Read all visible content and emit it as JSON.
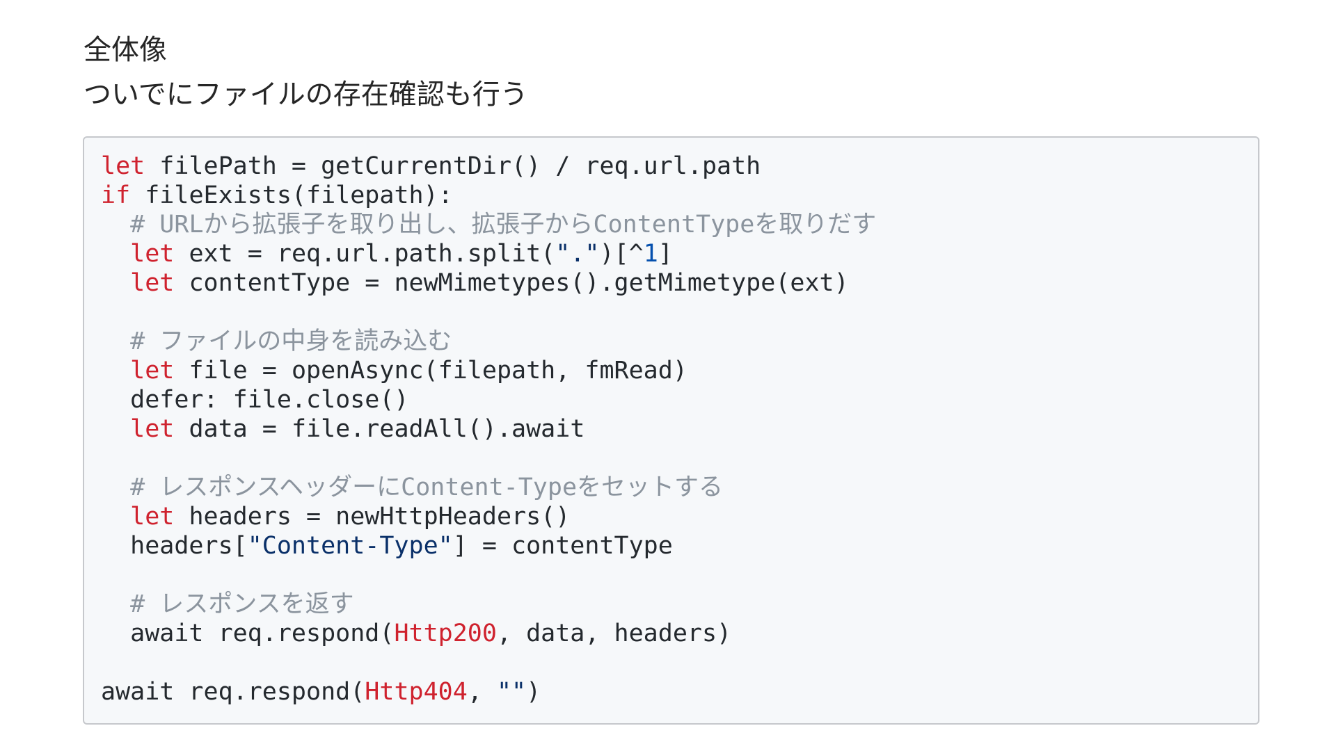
{
  "page": {
    "heading_1": "全体像",
    "heading_2": "ついでにファイルの存在確認も行う"
  },
  "code": {
    "language": "nim",
    "colors": {
      "keyword": "#cf222e",
      "comment": "#8b949e",
      "string": "#0a3069",
      "number": "#0550ae",
      "constant": "#cf222e",
      "text": "#24292e",
      "background": "#f6f8fa",
      "border": "#c6c8cc"
    },
    "lines": [
      [
        {
          "t": "kw",
          "v": "let"
        },
        {
          "t": "plain",
          "v": " filePath = getCurrentDir() / req.url.path"
        }
      ],
      [
        {
          "t": "kw",
          "v": "if"
        },
        {
          "t": "plain",
          "v": " fileExists(filepath):"
        }
      ],
      [
        {
          "t": "plain",
          "v": "  "
        },
        {
          "t": "cmt",
          "v": "# URLから拡張子を取り出し、拡張子からContentTypeを取りだす"
        }
      ],
      [
        {
          "t": "plain",
          "v": "  "
        },
        {
          "t": "kw",
          "v": "let"
        },
        {
          "t": "plain",
          "v": " ext = req.url.path.split("
        },
        {
          "t": "str",
          "v": "\".\""
        },
        {
          "t": "plain",
          "v": ")[^"
        },
        {
          "t": "num",
          "v": "1"
        },
        {
          "t": "plain",
          "v": "]"
        }
      ],
      [
        {
          "t": "plain",
          "v": "  "
        },
        {
          "t": "kw",
          "v": "let"
        },
        {
          "t": "plain",
          "v": " contentType = newMimetypes().getMimetype(ext)"
        }
      ],
      [],
      [
        {
          "t": "plain",
          "v": "  "
        },
        {
          "t": "cmt",
          "v": "# ファイルの中身を読み込む"
        }
      ],
      [
        {
          "t": "plain",
          "v": "  "
        },
        {
          "t": "kw",
          "v": "let"
        },
        {
          "t": "plain",
          "v": " file = openAsync(filepath, fmRead)"
        }
      ],
      [
        {
          "t": "plain",
          "v": "  defer: file.close()"
        }
      ],
      [
        {
          "t": "plain",
          "v": "  "
        },
        {
          "t": "kw",
          "v": "let"
        },
        {
          "t": "plain",
          "v": " data = file.readAll().await"
        }
      ],
      [],
      [
        {
          "t": "plain",
          "v": "  "
        },
        {
          "t": "cmt",
          "v": "# レスポンスヘッダーにContent-Typeをセットする"
        }
      ],
      [
        {
          "t": "plain",
          "v": "  "
        },
        {
          "t": "kw",
          "v": "let"
        },
        {
          "t": "plain",
          "v": " headers = newHttpHeaders()"
        }
      ],
      [
        {
          "t": "plain",
          "v": "  headers["
        },
        {
          "t": "str",
          "v": "\"Content-Type\""
        },
        {
          "t": "plain",
          "v": "] = contentType"
        }
      ],
      [],
      [
        {
          "t": "plain",
          "v": "  "
        },
        {
          "t": "cmt",
          "v": "# レスポンスを返す"
        }
      ],
      [
        {
          "t": "plain",
          "v": "  await req.respond("
        },
        {
          "t": "cst",
          "v": "Http200"
        },
        {
          "t": "plain",
          "v": ", data, headers)"
        }
      ],
      [],
      [
        {
          "t": "plain",
          "v": "await req.respond("
        },
        {
          "t": "cst",
          "v": "Http404"
        },
        {
          "t": "plain",
          "v": ", "
        },
        {
          "t": "str",
          "v": "\"\""
        },
        {
          "t": "plain",
          "v": ")"
        }
      ]
    ]
  }
}
